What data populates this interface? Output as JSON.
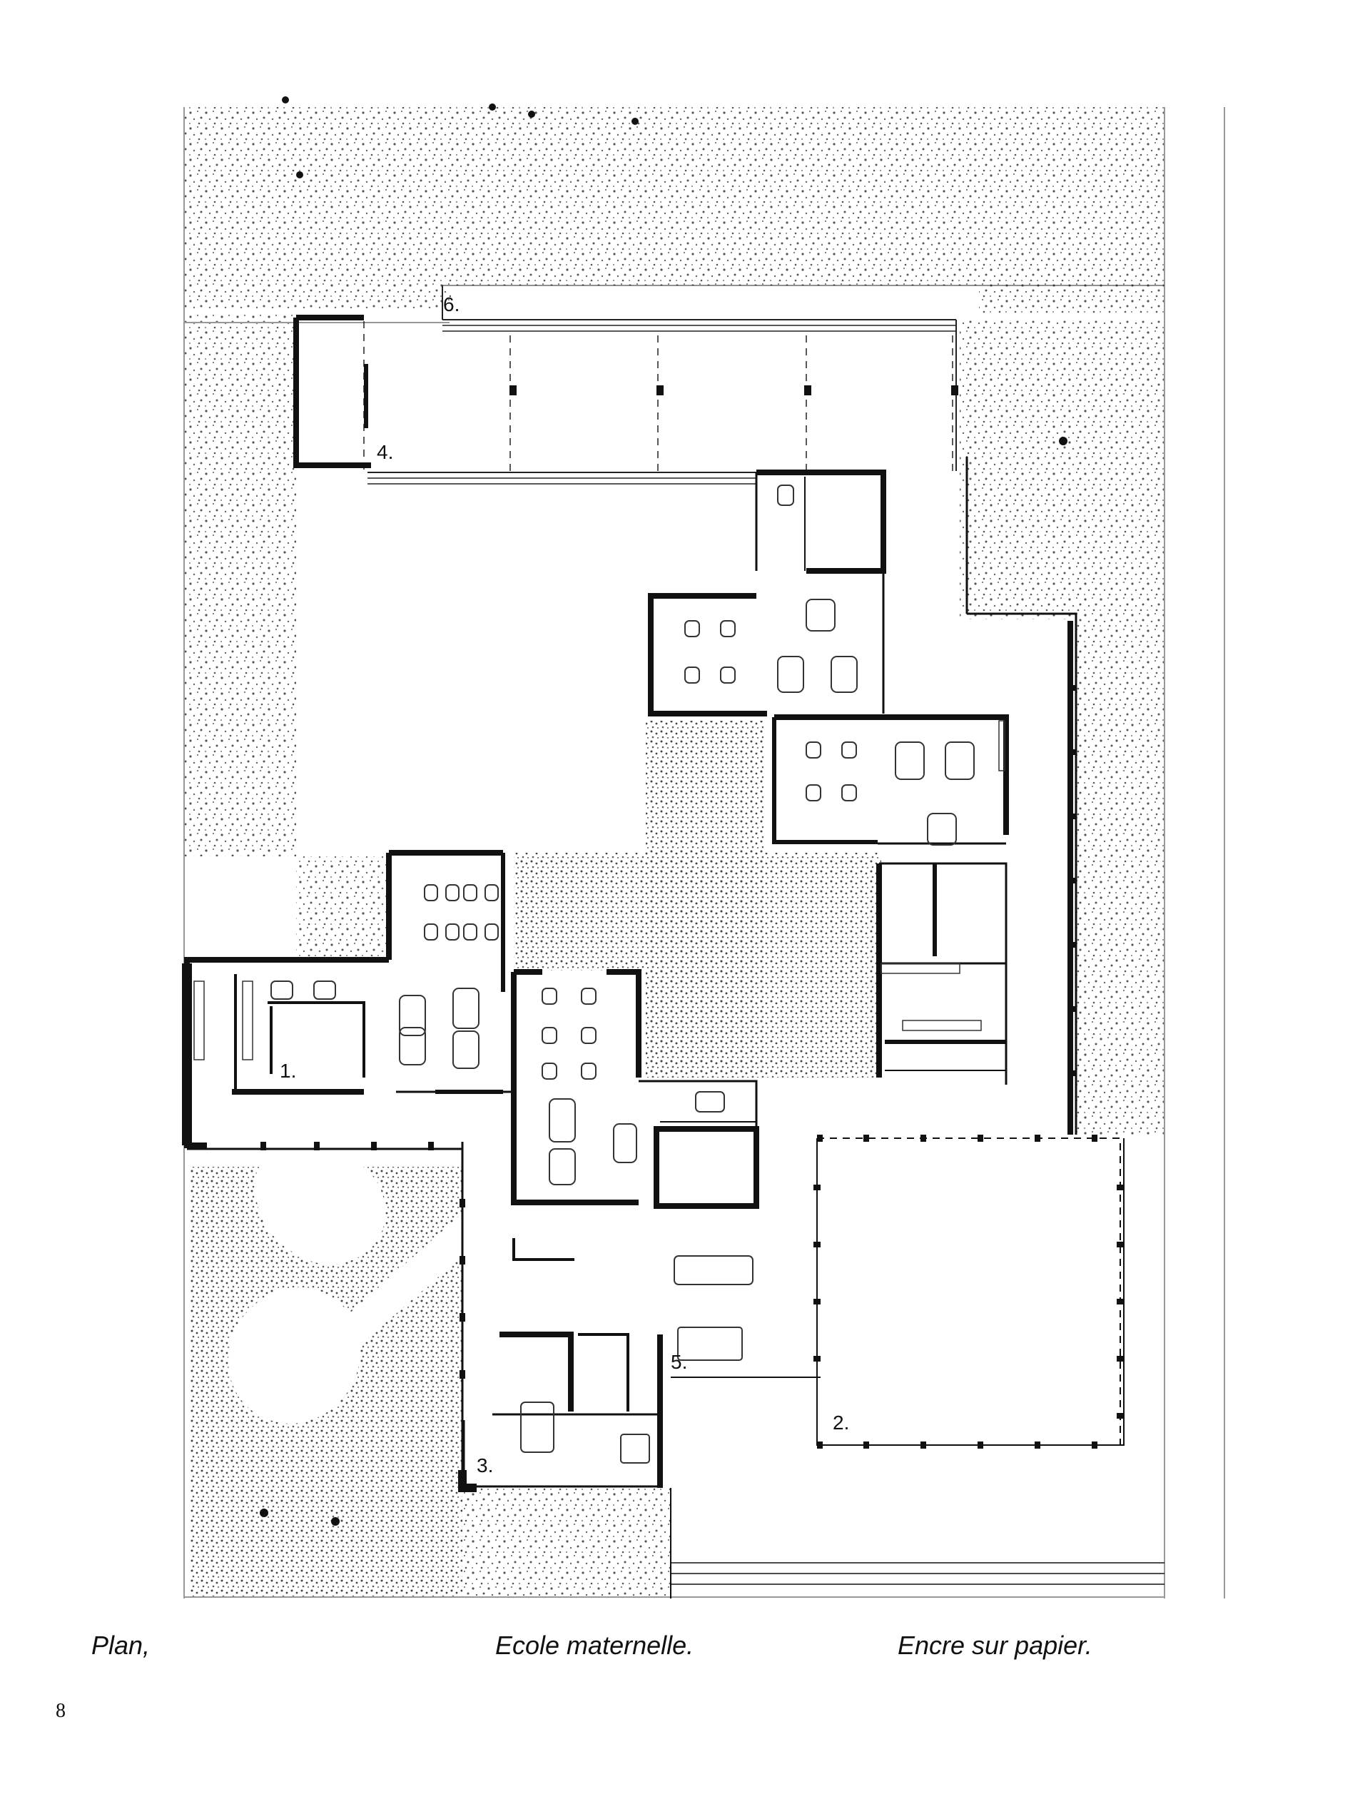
{
  "drawing": {
    "labels": [
      "1.",
      "2.",
      "3.",
      "4.",
      "5.",
      "6."
    ]
  },
  "captions": {
    "left": "Plan,",
    "middle": "Ecole maternelle.",
    "right": "Encre sur papier."
  },
  "page_number": "8"
}
